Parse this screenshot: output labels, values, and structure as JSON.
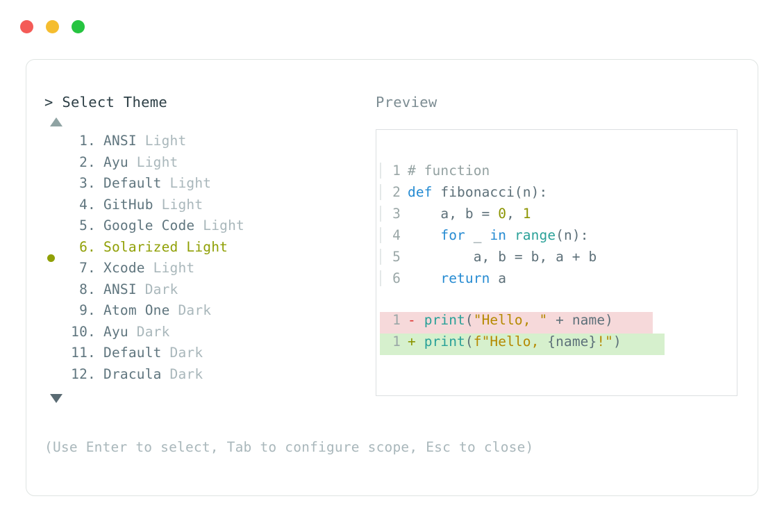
{
  "window": {
    "traffic_lights": [
      {
        "name": "close",
        "color": "#f45b57"
      },
      {
        "name": "minimize",
        "color": "#f5bd2f"
      },
      {
        "name": "maximize",
        "color": "#26c440"
      }
    ]
  },
  "left_panel": {
    "prompt_marker": ">",
    "prompt_title": "Select Theme",
    "scroll_up_icon": "triangle-up-icon",
    "scroll_down_icon": "triangle-down-icon",
    "selected_index": 6,
    "selected_bullet_color": "#90a006",
    "themes": [
      {
        "index": "1.",
        "name": "ANSI",
        "variant": "Light",
        "selected": false
      },
      {
        "index": "2.",
        "name": "Ayu",
        "variant": "Light",
        "selected": false
      },
      {
        "index": "3.",
        "name": "Default",
        "variant": "Light",
        "selected": false
      },
      {
        "index": "4.",
        "name": "GitHub",
        "variant": "Light",
        "selected": false
      },
      {
        "index": "5.",
        "name": "Google Code",
        "variant": "Light",
        "selected": false
      },
      {
        "index": "6.",
        "name": "Solarized",
        "variant": "Light",
        "selected": true
      },
      {
        "index": "7.",
        "name": "Xcode",
        "variant": "Light",
        "selected": false
      },
      {
        "index": "8.",
        "name": "ANSI",
        "variant": "Dark",
        "selected": false
      },
      {
        "index": "9.",
        "name": "Atom One",
        "variant": "Dark",
        "selected": false
      },
      {
        "index": "10.",
        "name": "Ayu",
        "variant": "Dark",
        "selected": false
      },
      {
        "index": "11.",
        "name": "Default",
        "variant": "Dark",
        "selected": false
      },
      {
        "index": "12.",
        "name": "Dracula",
        "variant": "Dark",
        "selected": false
      }
    ]
  },
  "right_panel": {
    "label": "Preview",
    "code_lines": [
      {
        "no": "1",
        "tokens": [
          {
            "t": "# function",
            "c": "c-comment"
          }
        ]
      },
      {
        "no": "2",
        "tokens": [
          {
            "t": "def",
            "c": "c-keyword"
          },
          {
            "t": " fibonacci(n):",
            "c": "c-plain"
          }
        ]
      },
      {
        "no": "3",
        "tokens": [
          {
            "t": "    a, b = ",
            "c": "c-plain"
          },
          {
            "t": "0",
            "c": "c-number"
          },
          {
            "t": ", ",
            "c": "c-plain"
          },
          {
            "t": "1",
            "c": "c-number"
          }
        ]
      },
      {
        "no": "4",
        "tokens": [
          {
            "t": "    ",
            "c": "c-plain"
          },
          {
            "t": "for",
            "c": "c-keyword"
          },
          {
            "t": " _ ",
            "c": "c-plain"
          },
          {
            "t": "in",
            "c": "c-keyword"
          },
          {
            "t": " ",
            "c": "c-plain"
          },
          {
            "t": "range",
            "c": "c-builtin"
          },
          {
            "t": "(n):",
            "c": "c-plain"
          }
        ]
      },
      {
        "no": "5",
        "tokens": [
          {
            "t": "        a, b = b, a + b",
            "c": "c-plain"
          }
        ]
      },
      {
        "no": "6",
        "tokens": [
          {
            "t": "    ",
            "c": "c-plain"
          },
          {
            "t": "return",
            "c": "c-keyword"
          },
          {
            "t": " a",
            "c": "c-plain"
          }
        ]
      }
    ],
    "diff_lines": [
      {
        "no": "1",
        "kind": "del",
        "marker": "-",
        "bg": "#f6d9da",
        "tokens": [
          {
            "t": "print",
            "c": "c-func"
          },
          {
            "t": "(",
            "c": "c-plain"
          },
          {
            "t": "\"Hello, \"",
            "c": "c-string"
          },
          {
            "t": " + name)",
            "c": "c-plain"
          }
        ]
      },
      {
        "no": "1",
        "kind": "add",
        "marker": "+",
        "bg": "#d6f0cd",
        "tokens": [
          {
            "t": "print",
            "c": "c-func"
          },
          {
            "t": "(",
            "c": "c-plain"
          },
          {
            "t": "f\"Hello, ",
            "c": "c-string"
          },
          {
            "t": "{name}",
            "c": "c-plain"
          },
          {
            "t": "!\"",
            "c": "c-string"
          },
          {
            "t": ")",
            "c": "c-plain"
          }
        ]
      }
    ]
  },
  "footer": {
    "hint": "(Use Enter to select, Tab to configure scope, Esc to close)"
  }
}
